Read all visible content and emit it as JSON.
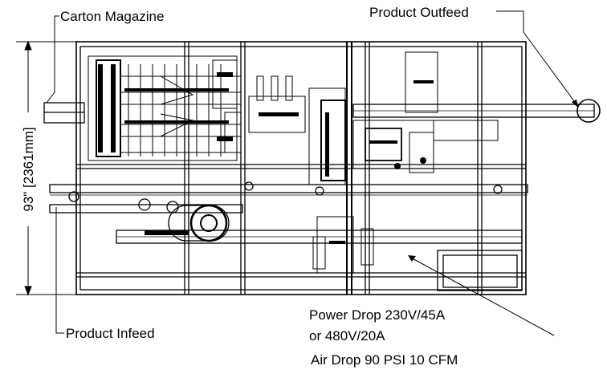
{
  "labels": {
    "carton_magazine": "Carton Magazine",
    "product_outfeed": "Product Outfeed",
    "product_infeed": "Product Infeed",
    "dimension": "93\" [2361mm]",
    "power_line1": "Power Drop 230V/45A",
    "power_line2": "or 480V/20A",
    "air_drop": "Air Drop 90 PSI 10 CFM"
  }
}
